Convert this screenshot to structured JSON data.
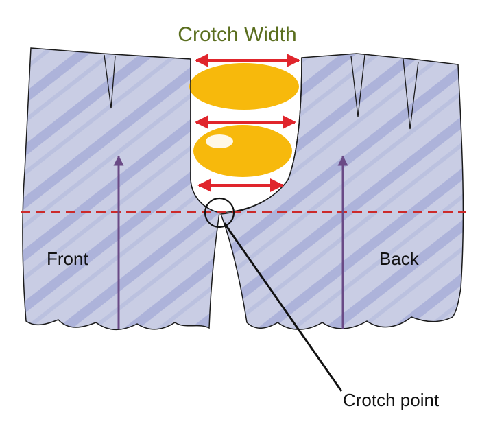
{
  "title": "Crotch Width",
  "labels": {
    "front": "Front",
    "back": "Back",
    "crotch_point": "Crotch point"
  },
  "colors": {
    "title": "#5a6e1e",
    "fabric": "#c9cde4",
    "fabric_stripe": "#9aa3d2",
    "outline": "#1a1a1a",
    "grainline_arrow": "#6a4a86",
    "crotch_fill": "#f7b90c",
    "measure_arrow": "#e0252c",
    "hip_line": "#cc2a2a"
  }
}
